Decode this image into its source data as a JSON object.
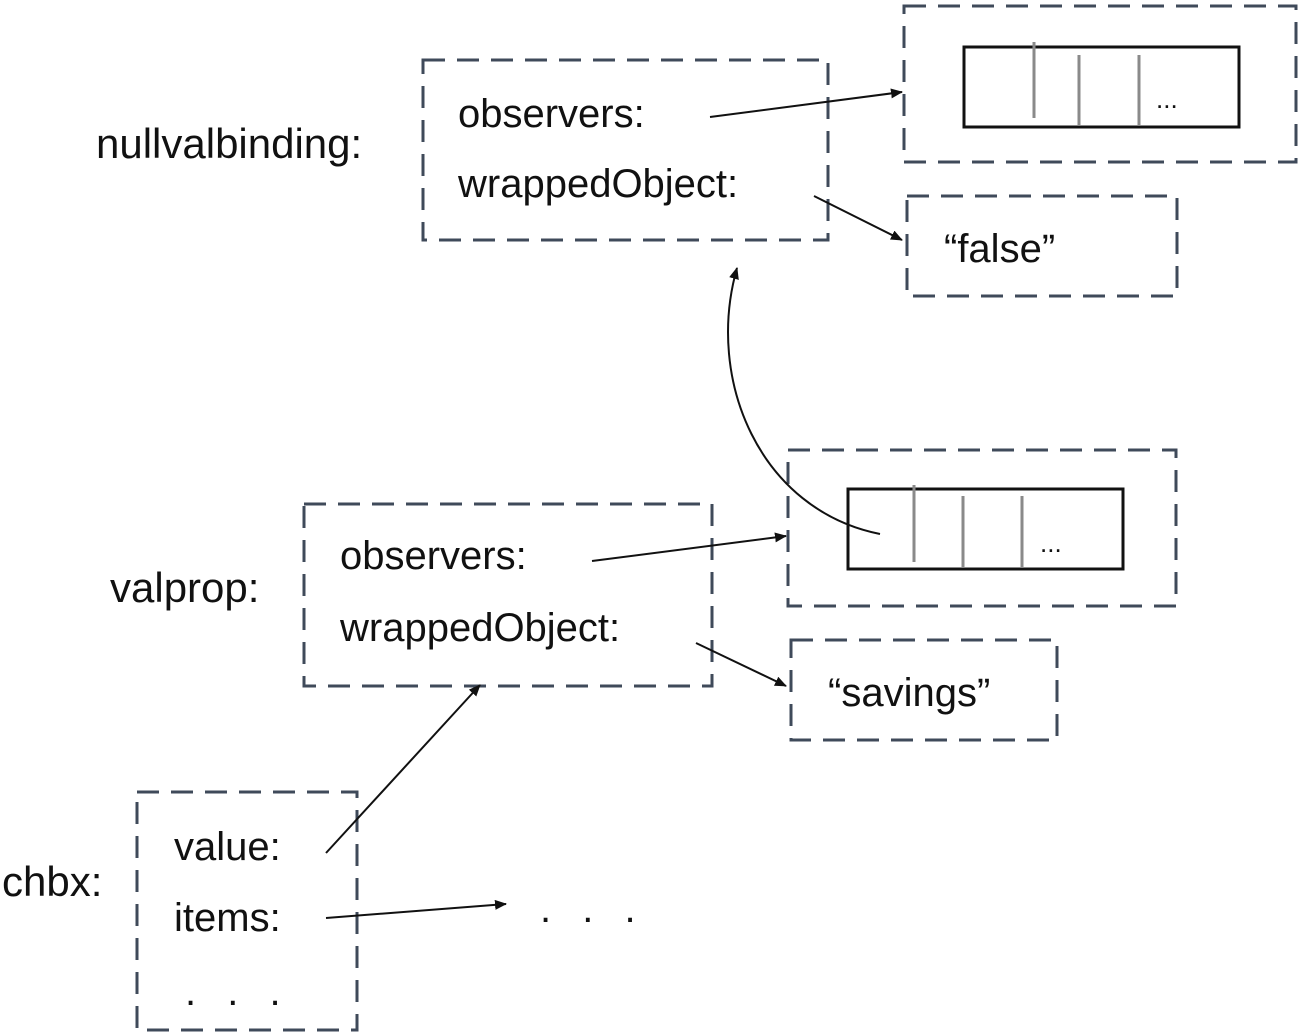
{
  "labels": {
    "nullvalbinding": "nullvalbinding:",
    "valprop": "valprop:",
    "chbx": "chbx:"
  },
  "nullvalbinding_obj": {
    "field_1": "observers:",
    "field_2": "wrappedObject:"
  },
  "nullvalbinding_observers": {
    "ellipsis": "..."
  },
  "nullvalbinding_wrapped_value": "“false”",
  "valprop_obj": {
    "field_1": "observers:",
    "field_2": "wrappedObject:"
  },
  "valprop_observers": {
    "ellipsis": "..."
  },
  "valprop_wrapped_value": "“savings”",
  "chbx_obj": {
    "field_1": "value:",
    "field_2": "items:",
    "field_3": ". . ."
  },
  "items_target": ". . .",
  "colors": {
    "dashed_border": "#3f4a5a",
    "text": "#111111",
    "array_divider": "#8a8a8a"
  }
}
